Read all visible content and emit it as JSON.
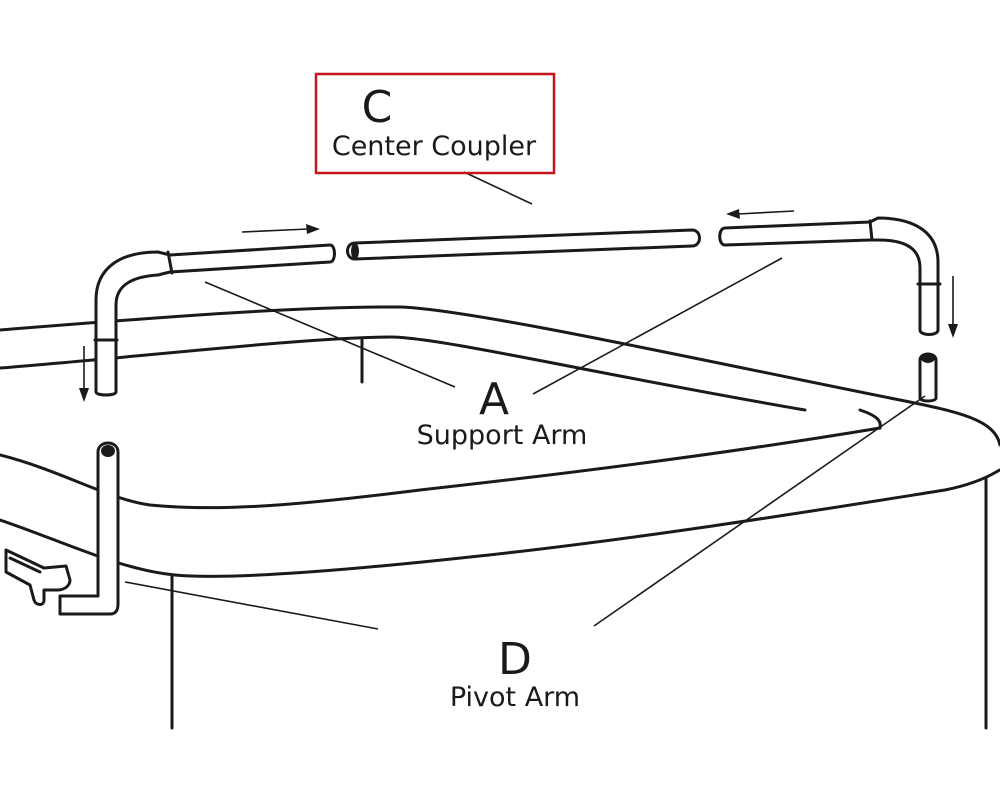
{
  "labels": {
    "center_coupler": {
      "letter": "C",
      "name": "Center Coupler",
      "highlight_color": "#c8141e"
    },
    "support_arm": {
      "letter": "A",
      "name": "Support Arm"
    },
    "pivot_arm": {
      "letter": "D",
      "name": "Pivot Arm"
    }
  },
  "colors": {
    "ink": "#1a1a1a",
    "background": "#ffffff"
  }
}
